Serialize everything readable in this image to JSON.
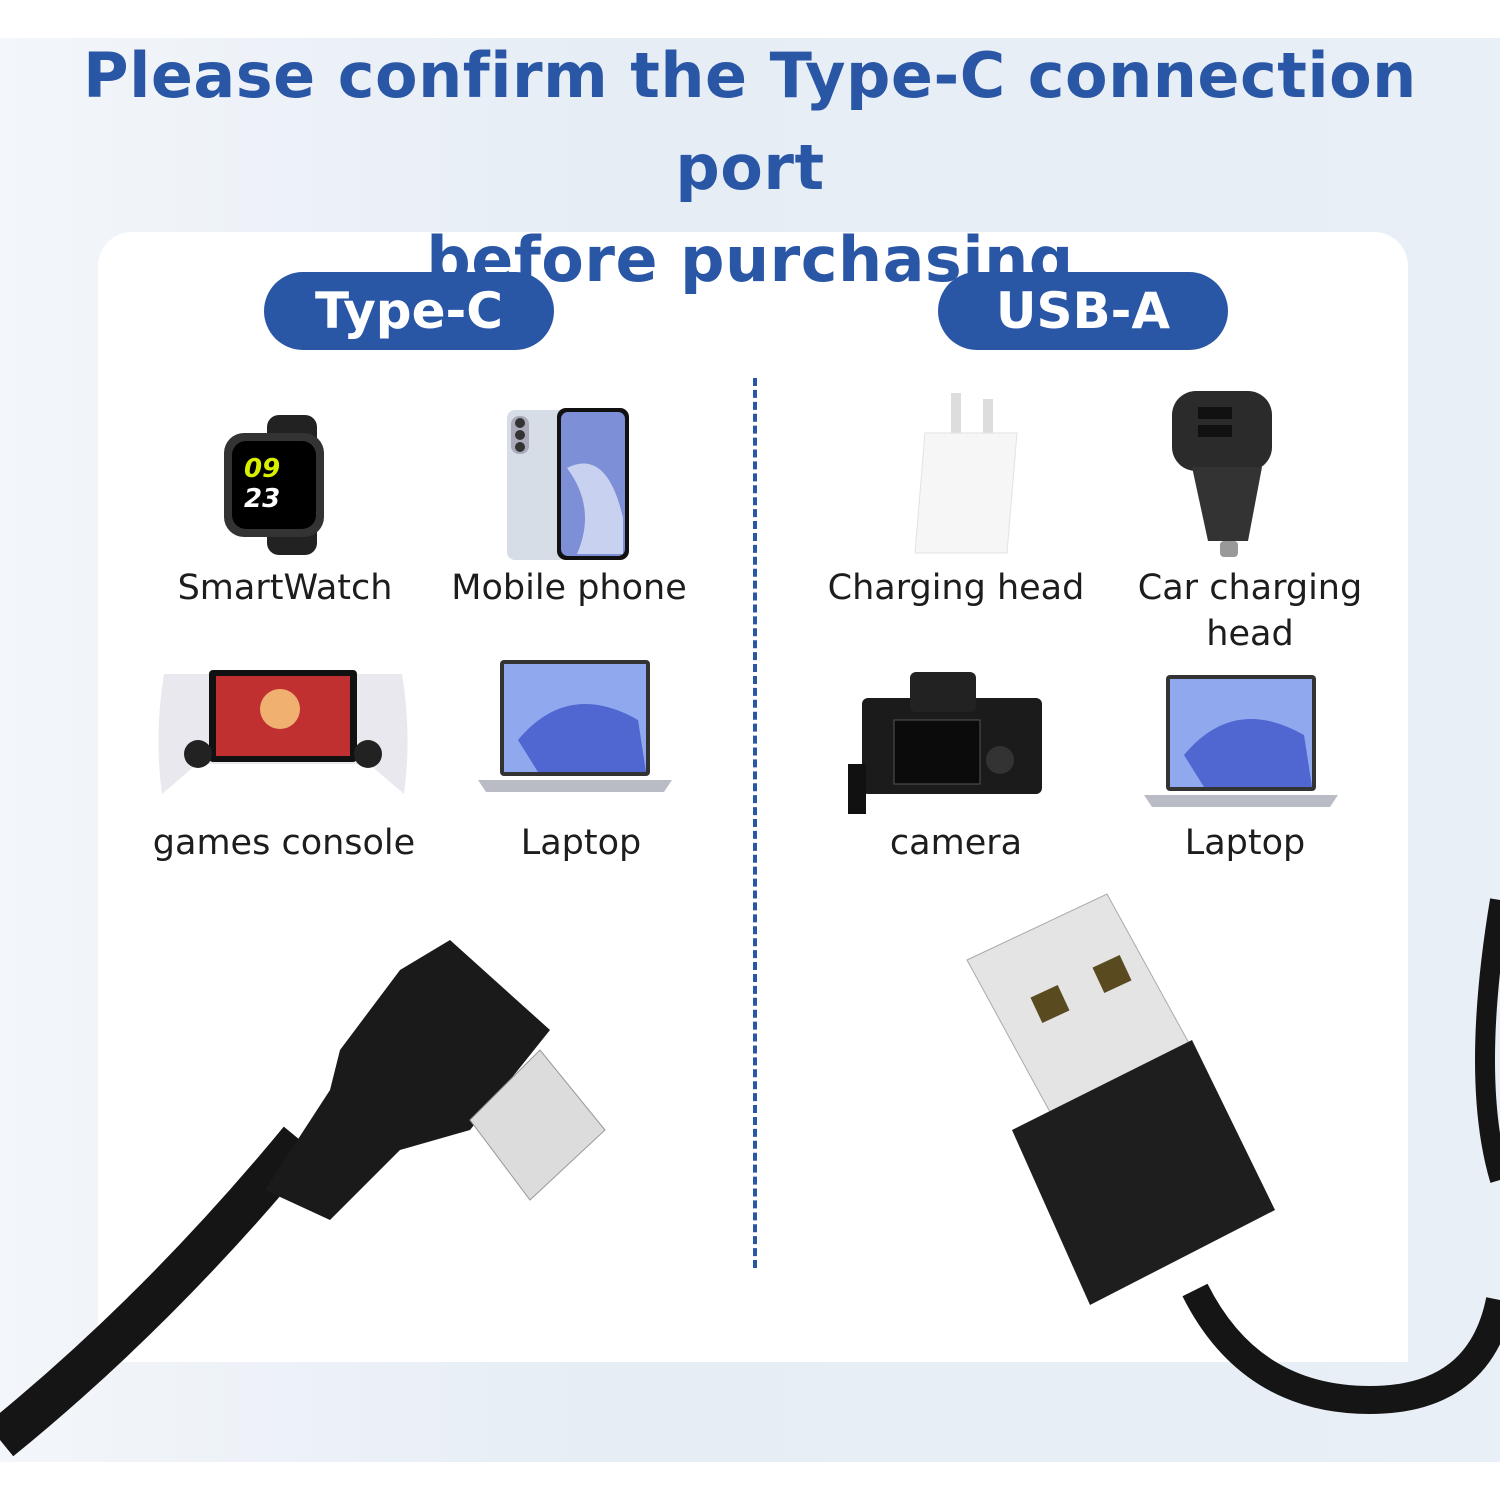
{
  "title": {
    "line1": "Please confirm the Type-C connection port",
    "line2": "before purchasing"
  },
  "colors": {
    "accent": "#2a56a6",
    "background": "#e8eef5"
  },
  "type_c": {
    "badge": "Type-C",
    "devices": [
      {
        "label": "SmartWatch",
        "icon": "smartwatch-image"
      },
      {
        "label": "Mobile phone",
        "icon": "mobile-phone-image"
      },
      {
        "label": "games console",
        "icon": "games-console-image"
      },
      {
        "label": "Laptop",
        "icon": "laptop-image"
      }
    ]
  },
  "usb_a": {
    "badge": "USB-A",
    "devices": [
      {
        "label": "Charging head",
        "icon": "charging-head-image"
      },
      {
        "label": "Car charging head",
        "icon": "car-charger-image"
      },
      {
        "label": "camera",
        "icon": "camera-image"
      },
      {
        "label": "Laptop",
        "icon": "laptop-image"
      }
    ]
  },
  "watch_display": {
    "hour": "09",
    "minute": "23"
  }
}
